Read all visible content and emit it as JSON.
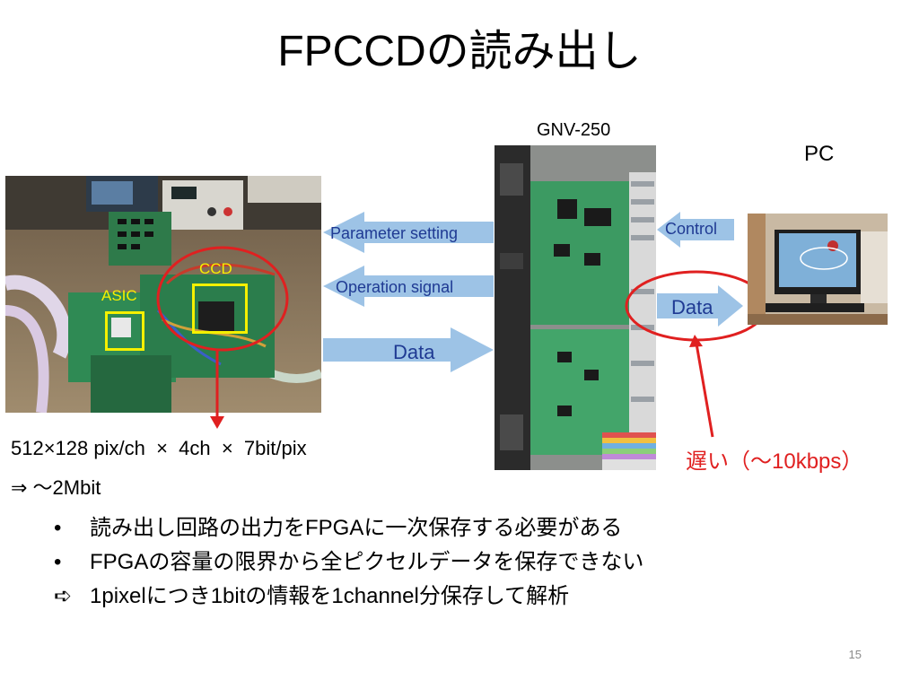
{
  "title": "FPCCDの読み出し",
  "photo_labels": {
    "ccd": "CCD",
    "asic": "ASIC",
    "gnv": "GNV-250",
    "pc": "PC"
  },
  "arrows": {
    "param": "Parameter setting",
    "operation": "Operation signal",
    "data_left": "Data",
    "control": "Control",
    "data_right": "Data"
  },
  "calc": {
    "line1": "512×128 pix/ch  ×  4ch  ×  7bit/pix",
    "line2": "⇒ 〜2Mbit"
  },
  "slow_note": "遅い（〜10kbps）",
  "bullets": [
    {
      "mark": "•",
      "text": "読み出し回路の出力をFPGAに一次保存する必要がある"
    },
    {
      "mark": "•",
      "text": "FPGAの容量の限界から全ピクセルデータを保存できない"
    },
    {
      "mark": "➪",
      "text": "1pixelにつき1bitの情報を1channel分保存して解析"
    }
  ],
  "page_number": "15",
  "colors": {
    "arrow_fill": "#9dc3e6",
    "label_blue": "#1f3a93",
    "red": "#e02020",
    "yellow": "#f5f000"
  }
}
